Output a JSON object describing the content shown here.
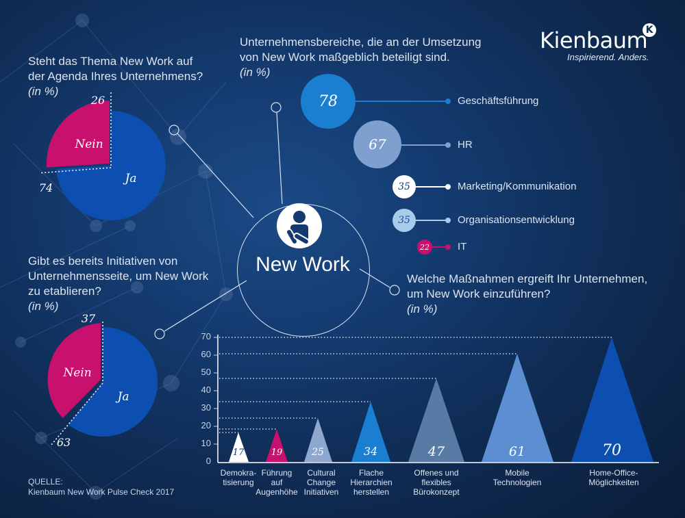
{
  "brand": {
    "name": "Kienbaum",
    "badge": "K",
    "tagline": "Inspirierend. Anders."
  },
  "center": {
    "title": "New Work",
    "icon": "person-thinking-icon"
  },
  "pie1": {
    "question_line1": "Steht das Thema New Work auf",
    "question_line2": "der Agenda Ihres Unternehmens?",
    "unit": "(in %)",
    "nein_label": "Nein",
    "ja_label": "Ja",
    "nein_value": "26",
    "ja_value": "74"
  },
  "pie2": {
    "question_line1": "Gibt es bereits Initiativen von",
    "question_line2": "Unternehmensseite, um New Work",
    "question_line3": "zu etablieren?",
    "unit": "(in %)",
    "nein_label": "Nein",
    "ja_label": "Ja",
    "nein_value": "37",
    "ja_value": "63"
  },
  "bubbles": {
    "question_line1": "Unternehmensbereiche, die an der Umsetzung",
    "question_line2": "von New Work maßgeblich beteiligt sind.",
    "unit": "(in %)",
    "items": [
      {
        "label": "Geschäftsführung",
        "value": "78",
        "color": "#1a7fd0"
      },
      {
        "label": "HR",
        "value": "67",
        "color": "#7f9fcf"
      },
      {
        "label": "Marketing/Kommunikation",
        "value": "35",
        "color": "#ffffff"
      },
      {
        "label": "Organisationsentwicklung",
        "value": "35",
        "color": "#a8cbec"
      },
      {
        "label": "IT",
        "value": "22",
        "color": "#c8106e"
      }
    ]
  },
  "bars": {
    "question_line1": "Welche Maßnahmen ergreift Ihr Unternehmen,",
    "question_line2": "um New Work einzuführen?",
    "unit": "(in %)",
    "yticks": [
      "70",
      "60",
      "50",
      "40",
      "30",
      "20",
      "10",
      "0"
    ],
    "items": [
      {
        "l1": "Demokra-",
        "l2": "tisierung",
        "l3": "",
        "value": "17",
        "color": "#ffffff"
      },
      {
        "l1": "Führung",
        "l2": "auf",
        "l3": "Augenhöhe",
        "value": "19",
        "color": "#c8106e"
      },
      {
        "l1": "Cultural",
        "l2": "Change",
        "l3": "Initiativen",
        "value": "25",
        "color": "#8ea7cf"
      },
      {
        "l1": "Flache",
        "l2": "Hierarchien",
        "l3": "herstellen",
        "value": "34",
        "color": "#1a7fd0"
      },
      {
        "l1": "Offenes und",
        "l2": "flexibles",
        "l3": "Bürokonzept",
        "value": "47",
        "color": "#5a7aa6"
      },
      {
        "l1": "Mobile",
        "l2": "Technologien",
        "l3": "",
        "value": "61",
        "color": "#5b8fd2"
      },
      {
        "l1": "Home-Office-",
        "l2": "Möglichkeiten",
        "l3": "",
        "value": "70",
        "color": "#0d4fb0"
      }
    ]
  },
  "source": {
    "label": "QUELLE:",
    "text": "Kienbaum New Work Pulse Check 2017"
  },
  "chart_data": [
    {
      "type": "pie",
      "title": "Steht das Thema New Work auf der Agenda Ihres Unternehmens? (in %)",
      "categories": [
        "Ja",
        "Nein"
      ],
      "values": [
        74,
        26
      ],
      "colors": [
        "#0d4fb0",
        "#c8106e"
      ]
    },
    {
      "type": "pie",
      "title": "Gibt es bereits Initiativen von Unternehmensseite, um New Work zu etablieren? (in %)",
      "categories": [
        "Ja",
        "Nein"
      ],
      "values": [
        63,
        37
      ],
      "colors": [
        "#0d4fb0",
        "#c8106e"
      ]
    },
    {
      "type": "bubble",
      "title": "Unternehmensbereiche, die an der Umsetzung von New Work maßgeblich beteiligt sind. (in %)",
      "categories": [
        "Geschäftsführung",
        "HR",
        "Marketing/Kommunikation",
        "Organisationsentwicklung",
        "IT"
      ],
      "values": [
        78,
        67,
        35,
        35,
        22
      ]
    },
    {
      "type": "bar",
      "title": "Welche Maßnahmen ergreift Ihr Unternehmen, um New Work einzuführen? (in %)",
      "categories": [
        "Demokratisierung",
        "Führung auf Augenhöhe",
        "Cultural Change Initiativen",
        "Flache Hierarchien herstellen",
        "Offenes und flexibles Bürokonzept",
        "Mobile Technologien",
        "Home-Office-Möglichkeiten"
      ],
      "values": [
        17,
        19,
        25,
        34,
        47,
        61,
        70
      ],
      "xlabel": "",
      "ylabel": "",
      "ylim": [
        0,
        70
      ],
      "yticks": [
        0,
        10,
        20,
        30,
        40,
        50,
        60,
        70
      ],
      "grid": "dotted reference lines at each bar height",
      "bar_shape": "triangle"
    }
  ]
}
